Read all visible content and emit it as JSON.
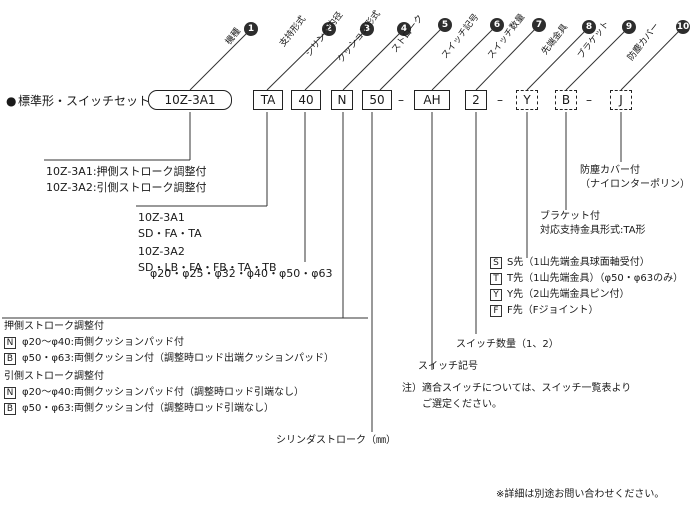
{
  "header": {
    "bullet": "●",
    "title": "標準形・スイッチセット",
    "codes": [
      "10Z-3A1",
      "TA",
      "40",
      "N",
      "50",
      "AH",
      "2",
      "Y",
      "B",
      "J"
    ],
    "separator": "–"
  },
  "items": [
    {
      "num": "1",
      "label": "機種"
    },
    {
      "num": "2",
      "label": "支持形式"
    },
    {
      "num": "3",
      "label": "シリンダ内径"
    },
    {
      "num": "4",
      "label": "クッション形式"
    },
    {
      "num": "5",
      "label": "ストローク"
    },
    {
      "num": "6",
      "label": "スイッチ記号"
    },
    {
      "num": "7",
      "label": "スイッチ数量"
    },
    {
      "num": "8",
      "label": "先端金具"
    },
    {
      "num": "9",
      "label": "ブラケット"
    },
    {
      "num": "10",
      "label": "防塵カバー"
    }
  ],
  "model_notes": [
    "10Z-3A1:押側ストローク調整付",
    "10Z-3A2:引側ストローク調整付"
  ],
  "mount_notes": [
    "10Z-3A1",
    "SD・FA・TA",
    "10Z-3A2",
    "SD・LB・FA・FB・TA・TB"
  ],
  "bore_sizes": "φ20・φ25・φ32・φ40・φ50・φ63",
  "cushion": {
    "push_title": "押側ストローク調整付",
    "push_n_code": "N",
    "push_n": "φ20～φ40:両側クッションパッド付",
    "push_b_code": "B",
    "push_b": "φ50・φ63:両側クッション付（調整時ロッド出端クッションパッド）",
    "pull_title": "引側ストローク調整付",
    "pull_n_code": "N",
    "pull_n": "φ20～φ40:両側クッションパッド付（調整時ロッド引端なし）",
    "pull_b_code": "B",
    "pull_b": "φ50・φ63:両側クッション付（調整時ロッド引端なし）"
  },
  "stroke_label": "シリンダストローク（㎜）",
  "switch_symbol": {
    "label": "スイッチ記号",
    "note1": "注）適合スイッチについては、スイッチ一覧表より",
    "note2": "ご選定ください。"
  },
  "switch_qty": "スイッチ数量（1、2）",
  "rod_end": [
    {
      "code": "S",
      "text": "S先（1山先端金具球面軸受付）"
    },
    {
      "code": "T",
      "text": "T先（1山先端金具）（φ50・φ63のみ）"
    },
    {
      "code": "Y",
      "text": "Y先（2山先端金具ピン付）"
    },
    {
      "code": "F",
      "text": "F先（Fジョイント）"
    }
  ],
  "bracket": [
    "ブラケット付",
    "対応支持金具形式:TA形"
  ],
  "cover": [
    "防塵カバー付",
    "（ナイロンターポリン）"
  ],
  "footer": "※詳細は別途お問い合わせください。"
}
